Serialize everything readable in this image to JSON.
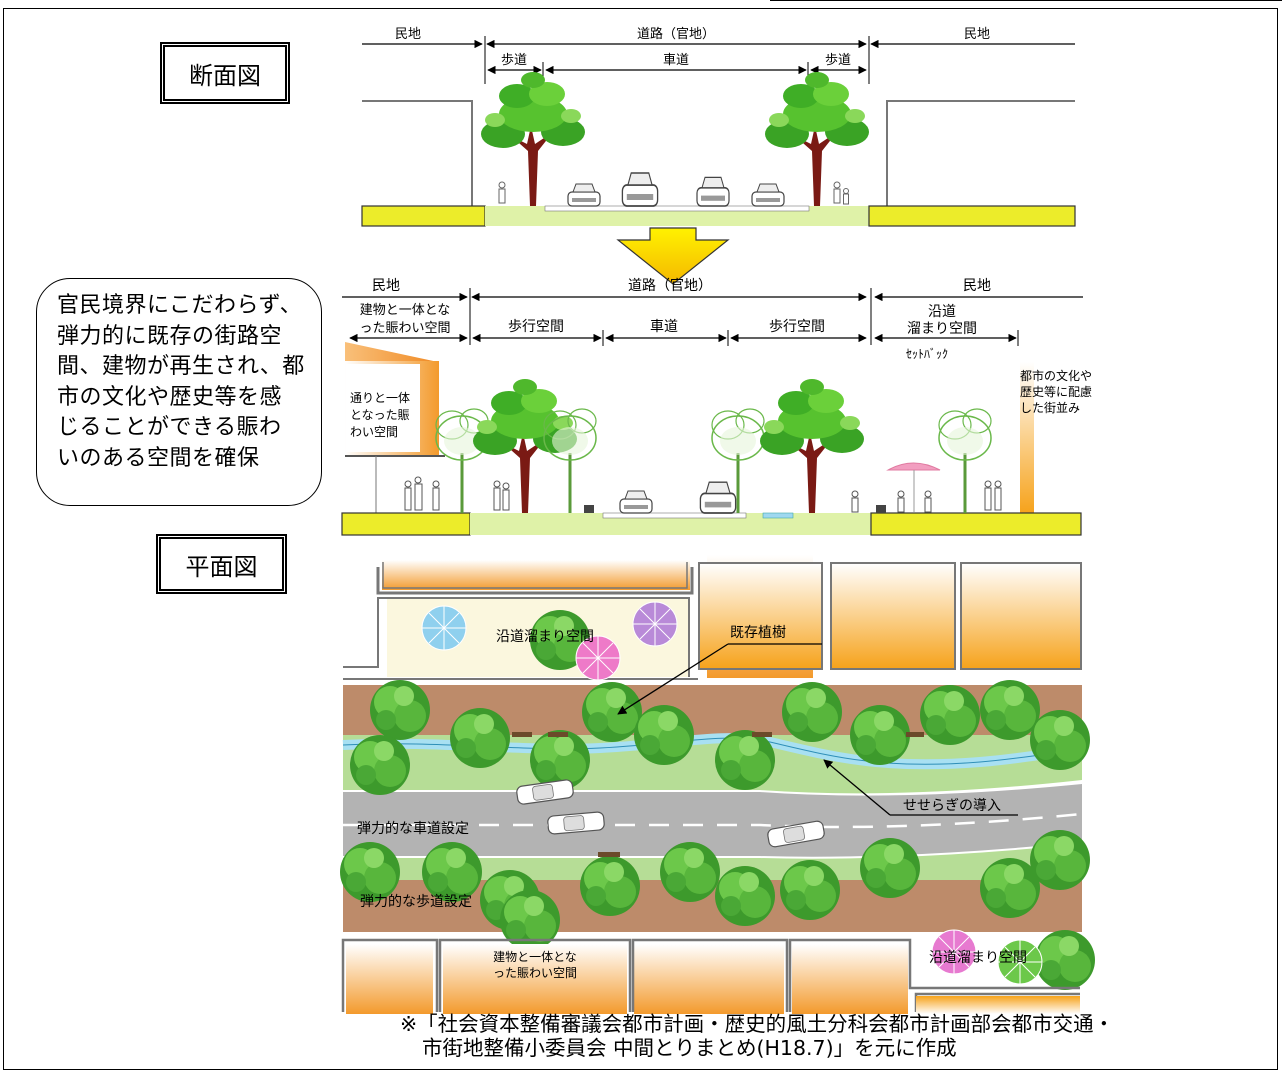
{
  "section_heading": "断面図",
  "plan_heading": "平面図",
  "callout_lines": [
    "官民境界にこだわらず、",
    "弾力的に既存の街路空",
    "間、建物が再生され、都",
    "市の文化や歴史等を感",
    "じることができる賑わ",
    "いのある空間を確保"
  ],
  "top_section": {
    "private_left": "民地",
    "road": "道路（官地）",
    "private_right": "民地",
    "sidewalk_left": "歩道",
    "carriageway": "車道",
    "sidewalk_right": "歩道"
  },
  "bottom_section": {
    "private_left": "民地",
    "road": "道路（官地）",
    "private_right": "民地",
    "bustle_space_line1": "建物と一体とな",
    "bustle_space_line2": "った賑わい空間",
    "walk_left": "歩行空間",
    "carriageway": "車道",
    "walk_right": "歩行空間",
    "roadside_line1": "沿道",
    "roadside_line2": "溜まり空間",
    "setback": "ｾｯﾄﾊﾞｯｸ",
    "street_bustle_lines": [
      "通りと一体",
      "となった賑",
      "わい空間"
    ],
    "townscape_lines": [
      "都市の文化や",
      "歴史等に配慮",
      "した街並み"
    ]
  },
  "plan": {
    "roadside_space_top": "沿道溜まり空間",
    "existing_trees": "既存植樹",
    "stream": "せせらぎの導入",
    "flex_carriageway": "弾力的な車道設定",
    "flex_sidewalk": "弾力的な歩道設定",
    "bustle_line1": "建物と一体とな",
    "bustle_line2": "った賑わい空間",
    "roadside_space_bottom": "沿道溜まり空間"
  },
  "note_line1": "※「社会資本整備審議会都市計画・歴史的風土分科会都市計画部会都市交通・",
  "note_line2": "市街地整備小委員会 中間とりまとめ(H18.7)」を元に作成"
}
